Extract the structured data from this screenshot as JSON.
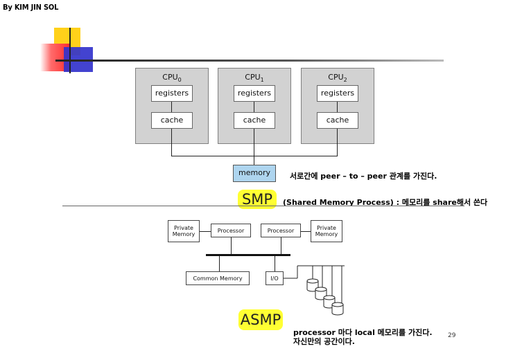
{
  "author": "By KIM JIN SOL",
  "smp": {
    "cpus": [
      {
        "name": "CPU",
        "sub": "0",
        "registers": "registers",
        "cache": "cache"
      },
      {
        "name": "CPU",
        "sub": "1",
        "registers": "registers",
        "cache": "cache"
      },
      {
        "name": "CPU",
        "sub": "2",
        "registers": "registers",
        "cache": "cache"
      }
    ],
    "memory": "memory",
    "note": "서로간에 peer – to – peer 관계를 가진다.",
    "label": "SMP",
    "description": "(Shared Memory Process) : 메모리를 share해서 쓴다"
  },
  "asmp": {
    "private_memory_left": "Private Memory",
    "processor_left": "Processor",
    "processor_right": "Processor",
    "private_memory_right": "Private Memory",
    "common_memory": "Common Memory",
    "io": "I/O",
    "label": "ASMP",
    "note_line1": "processor 마다 local 메모리를 가진다.",
    "note_line2": "자신만의 공간이다."
  },
  "page_number": "29",
  "colors": {
    "cpu_bg": "#d2d2d2",
    "memory_bg": "#aed5ef",
    "badge_bg": "#ffff33",
    "logo_yellow": "#ffd11a",
    "logo_red": "#ff2a2a",
    "logo_blue": "#3333cc"
  }
}
